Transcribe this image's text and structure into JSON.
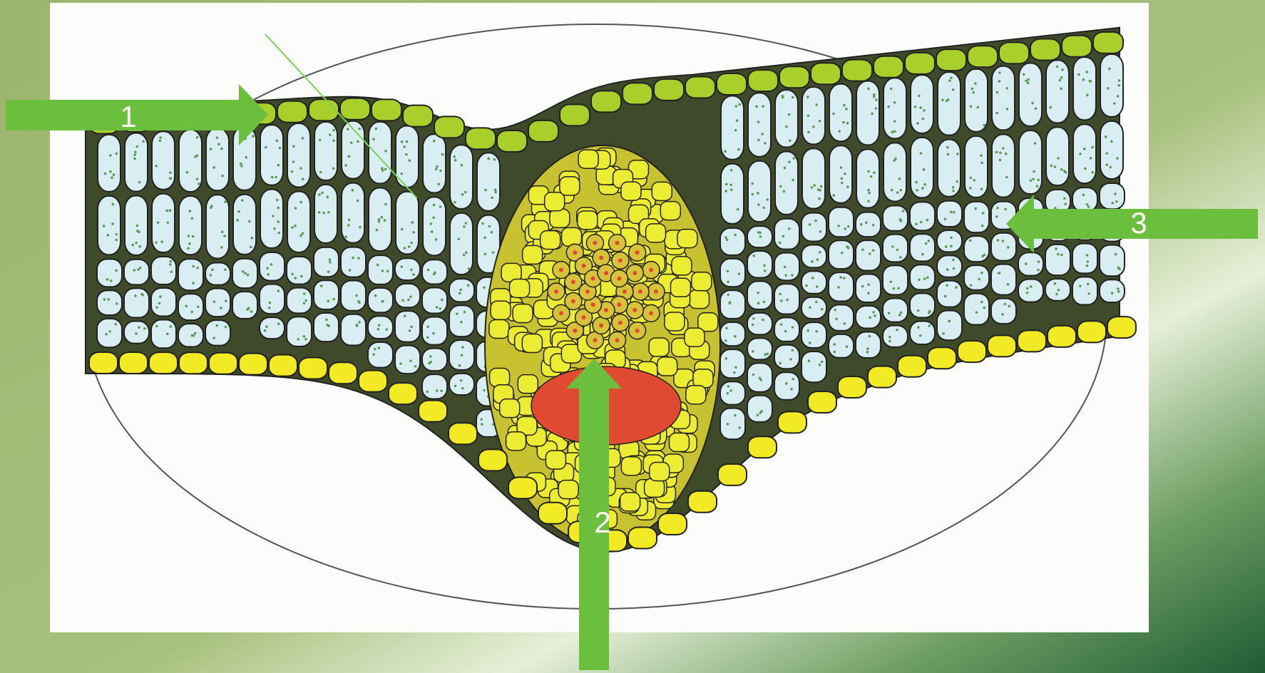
{
  "colors": {
    "background_dark": "#2e6b3a",
    "background_light": "#a3bb72",
    "arrow": "#6cbf3c",
    "arrow_border": "#3f8a22",
    "epidermis_top": "#a8cf2a",
    "epidermis_bottom": "#f2ea24",
    "mesophyll_fill": "#d8eef2",
    "chloroplast": "#5c9a5a",
    "bundle_sheath": "#ecec32",
    "phloem": "#e04a30",
    "cell_wall": "#222222"
  },
  "markers": [
    {
      "id": "1",
      "label": "1"
    },
    {
      "id": "2",
      "label": "2"
    },
    {
      "id": "3",
      "label": "3"
    }
  ],
  "pointer_line": {
    "color": "#7cd15a"
  }
}
